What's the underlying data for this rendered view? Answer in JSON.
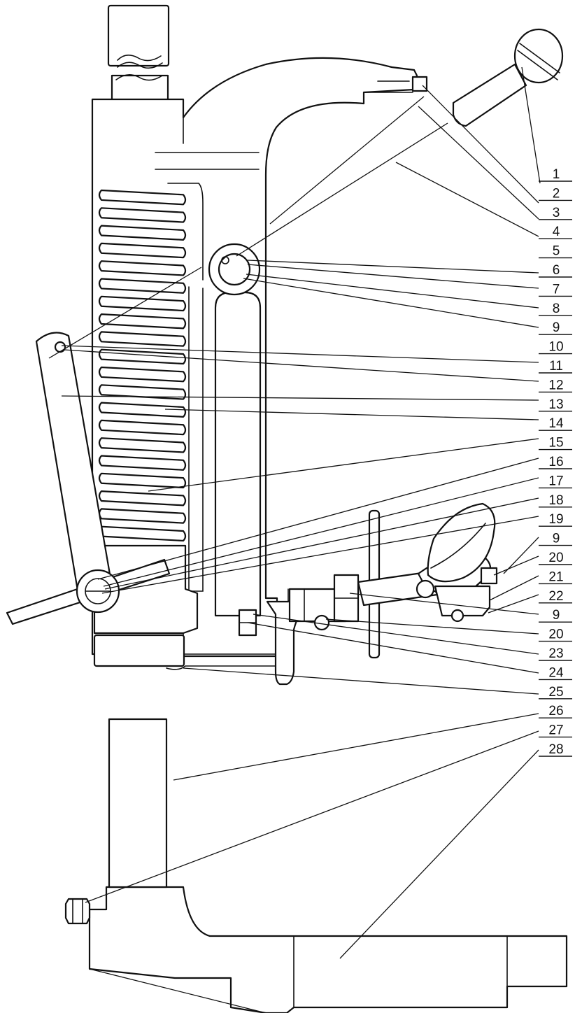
{
  "callouts": [
    {
      "id": "1",
      "label": "1"
    },
    {
      "id": "2",
      "label": "2"
    },
    {
      "id": "3",
      "label": "3"
    },
    {
      "id": "4",
      "label": "4"
    },
    {
      "id": "5",
      "label": "5"
    },
    {
      "id": "6",
      "label": "6"
    },
    {
      "id": "7",
      "label": "7"
    },
    {
      "id": "8",
      "label": "8"
    },
    {
      "id": "9a",
      "label": "9"
    },
    {
      "id": "10",
      "label": "10"
    },
    {
      "id": "11",
      "label": "11"
    },
    {
      "id": "12",
      "label": "12"
    },
    {
      "id": "13",
      "label": "13"
    },
    {
      "id": "14",
      "label": "14"
    },
    {
      "id": "15",
      "label": "15"
    },
    {
      "id": "16",
      "label": "16"
    },
    {
      "id": "17",
      "label": "17"
    },
    {
      "id": "18",
      "label": "18"
    },
    {
      "id": "19",
      "label": "19"
    },
    {
      "id": "9b",
      "label": "9"
    },
    {
      "id": "20a",
      "label": "20"
    },
    {
      "id": "21",
      "label": "21"
    },
    {
      "id": "22",
      "label": "22"
    },
    {
      "id": "9c",
      "label": "9"
    },
    {
      "id": "20b",
      "label": "20"
    },
    {
      "id": "23",
      "label": "23"
    },
    {
      "id": "24",
      "label": "24"
    },
    {
      "id": "25",
      "label": "25"
    },
    {
      "id": "26",
      "label": "26"
    },
    {
      "id": "27",
      "label": "27"
    },
    {
      "id": "28",
      "label": "28"
    }
  ]
}
